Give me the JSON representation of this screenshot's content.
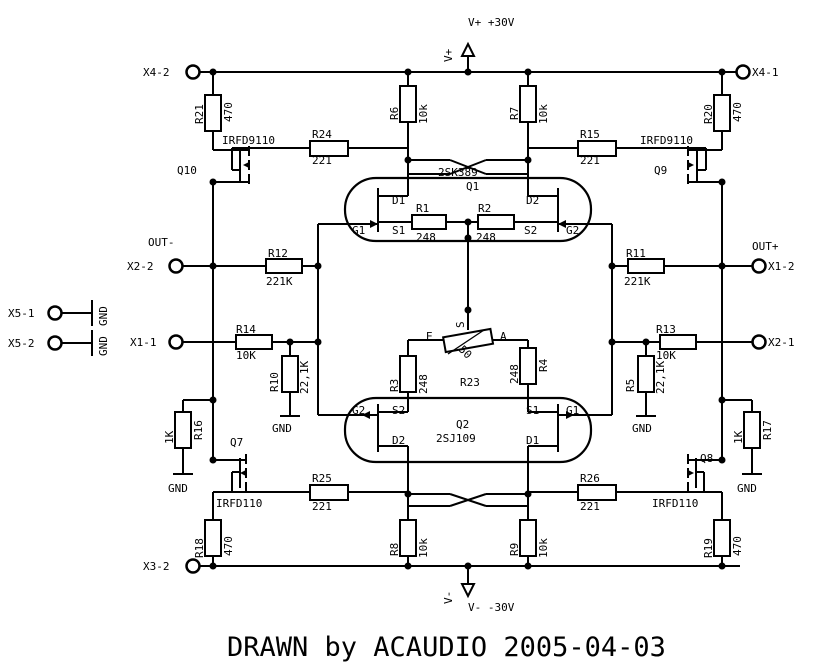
{
  "supply": {
    "pos_label": "V+ +30V",
    "pos_sym": "V+",
    "neg_label": "V- -30V",
    "neg_sym": "V-"
  },
  "connectors": {
    "x4_2": "X4-2",
    "x4_1": "X4-1",
    "x2_2": "X2-2",
    "x1_2": "X1-2",
    "x1_1": "X1-1",
    "x2_1": "X2-1",
    "x3_2": "X3-2",
    "x5_1": "X5-1",
    "x5_2": "X5-2",
    "out_minus": "OUT-",
    "out_plus": "OUT+",
    "gndgnd_1": "GND",
    "gndgnd_2": "GND"
  },
  "resistors": {
    "r21": {
      "name": "R21",
      "value": "470"
    },
    "r20": {
      "name": "R20",
      "value": "470"
    },
    "r6": {
      "name": "R6",
      "value": "10k"
    },
    "r7": {
      "name": "R7",
      "value": "10k"
    },
    "r24": {
      "name": "R24",
      "value": "221"
    },
    "r15": {
      "name": "R15",
      "value": "221"
    },
    "r1": {
      "name": "R1",
      "value": "248"
    },
    "r2": {
      "name": "R2",
      "value": "248"
    },
    "r12": {
      "name": "R12",
      "value": "221K"
    },
    "r11": {
      "name": "R11",
      "value": "221K"
    },
    "r14": {
      "name": "R14",
      "value": "10K"
    },
    "r13": {
      "name": "R13",
      "value": "10K"
    },
    "r10": {
      "name": "R10",
      "value": "22,1K"
    },
    "r5": {
      "name": "R5",
      "value": "22,1K"
    },
    "r3": {
      "name": "R3",
      "value": "248"
    },
    "r4": {
      "name": "R4",
      "value": "248"
    },
    "r23": {
      "name": "R23",
      "value": "50"
    },
    "r16": {
      "name": "R16",
      "value": "1K"
    },
    "r17": {
      "name": "R17",
      "value": "1K"
    },
    "r25": {
      "name": "R25",
      "value": "221"
    },
    "r26": {
      "name": "R26",
      "value": "221"
    },
    "r18": {
      "name": "R18",
      "value": "470"
    },
    "r19": {
      "name": "R19",
      "value": "470"
    },
    "r8": {
      "name": "R8",
      "value": "10k"
    },
    "r9": {
      "name": "R9",
      "value": "10k"
    }
  },
  "pot_pins": {
    "e": "E",
    "s": "S",
    "a": "A"
  },
  "transistors": {
    "q10": {
      "name": "Q10",
      "part": "IRFD9110"
    },
    "q9": {
      "name": "Q9",
      "part": "IRFD9110"
    },
    "q7": {
      "name": "Q7",
      "part": "IRFD110"
    },
    "q8": {
      "name": "Q8",
      "part": "IRFD110"
    },
    "q1": {
      "name": "Q1",
      "part": "2SK389",
      "d1": "D1",
      "d2": "D2",
      "s1": "S1",
      "s2": "S2",
      "g1": "G1",
      "g2": "G2"
    },
    "q2": {
      "name": "Q2",
      "part": "2SJ109",
      "d1": "D1",
      "d2": "D2",
      "s1": "S1",
      "s2": "S2",
      "g1": "G1",
      "g2": "G2"
    }
  },
  "grounds": {
    "gnd": "GND"
  },
  "footer": {
    "credit": "DRAWN by ACAUDIO 2005-04-03"
  }
}
